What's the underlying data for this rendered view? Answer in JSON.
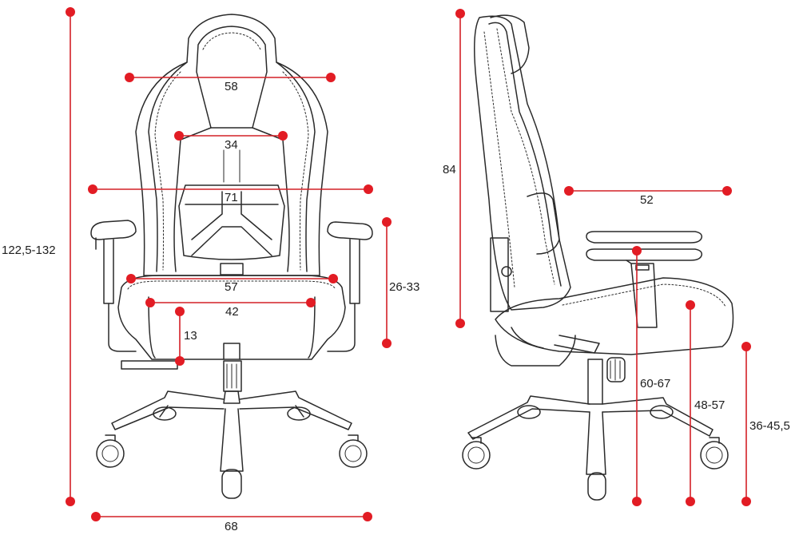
{
  "front_view": {
    "total_height": "122,5-132",
    "headrest_width": "58",
    "lumbar_width": "34",
    "backrest_width": "71",
    "armrest_height_range": "26-33",
    "armrest_inner_width": "57",
    "seat_width": "42",
    "seat_cushion_thickness": "13",
    "base_width": "68"
  },
  "side_view": {
    "backrest_height": "84",
    "seat_depth": "52",
    "armrest_floor_height": "60-67",
    "seat_floor_height_front": "48-57",
    "seat_floor_height": "36-45,5"
  },
  "colors": {
    "dimension_line": "#d42027",
    "dimension_dot": "#e21c24",
    "drawing_line": "#2a2a2a"
  }
}
